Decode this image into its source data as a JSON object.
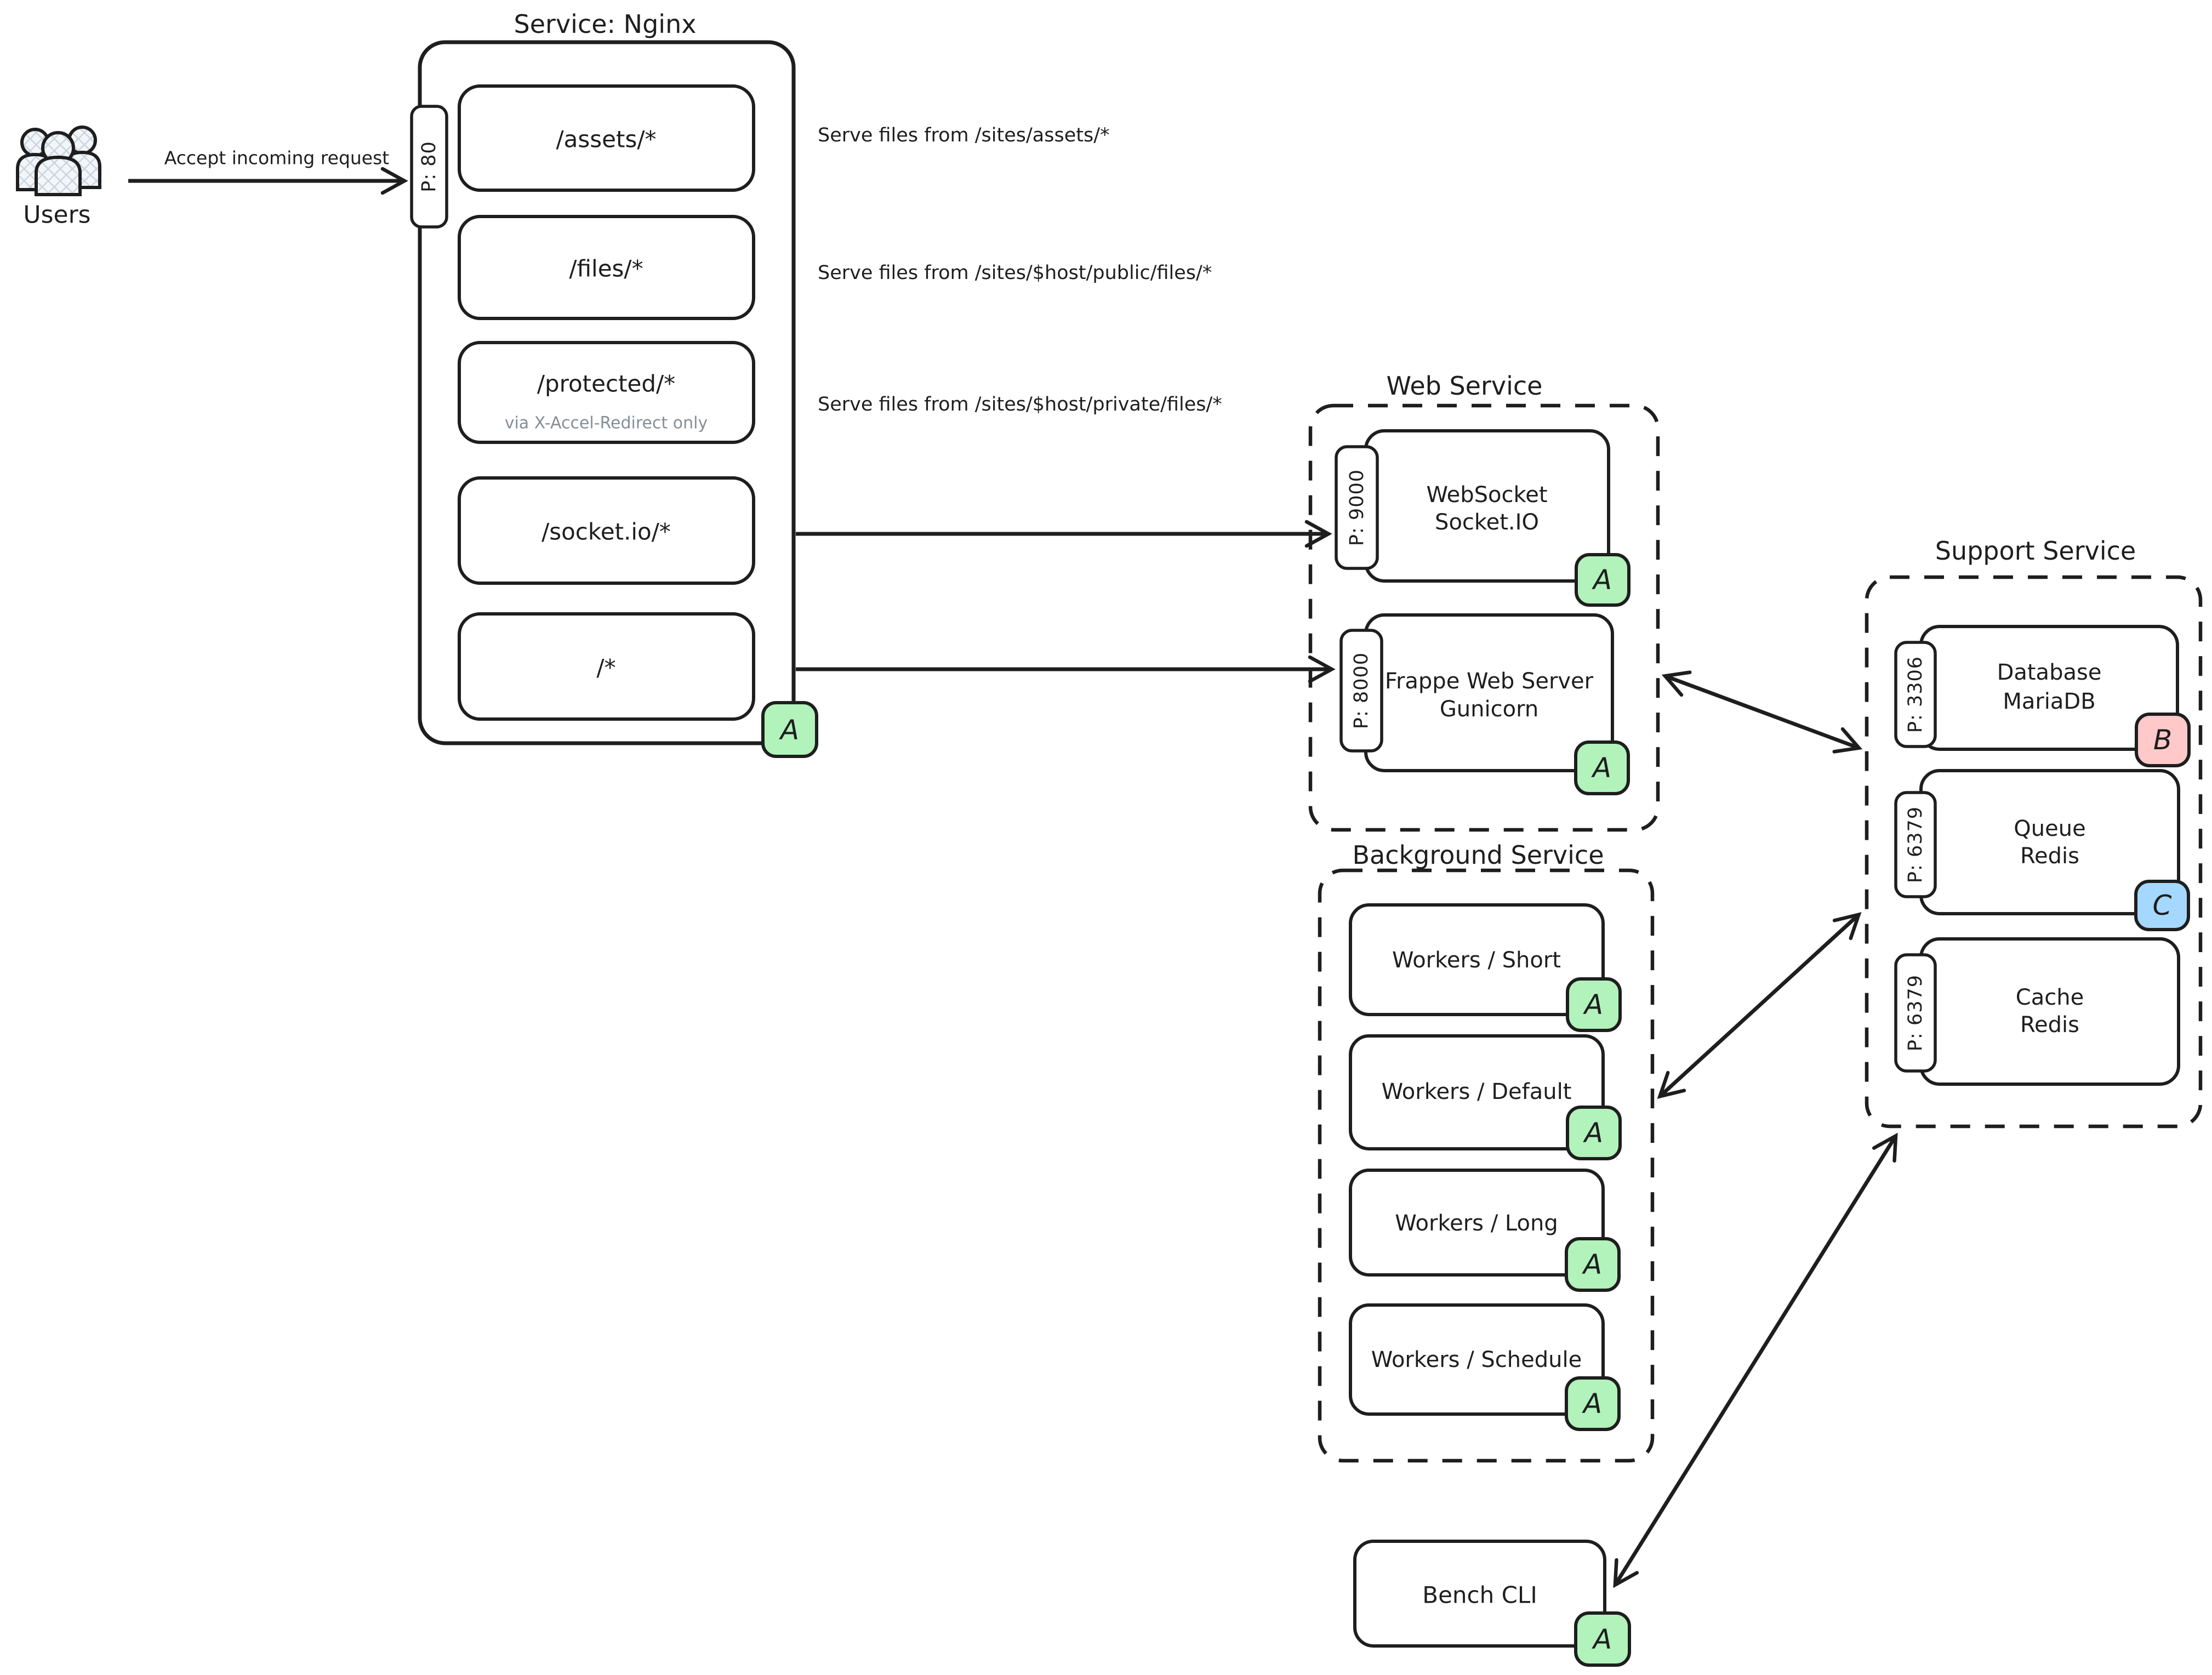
{
  "colors": {
    "stroke": "#1e1e1e",
    "badge_green": "#b2f2bb",
    "badge_pink": "#ffc9c9",
    "badge_blue": "#a5d8ff",
    "muted_text": "#868e96"
  },
  "users": {
    "label": "Users"
  },
  "flow": {
    "accept_request_label": "Accept incoming request"
  },
  "nginx": {
    "title": "Service: Nginx",
    "port": "P: 80",
    "badge": "A",
    "routes": [
      {
        "label": "/assets/*"
      },
      {
        "label": "/files/*"
      },
      {
        "label": "/protected/*",
        "note": "via X-Accel-Redirect only"
      },
      {
        "label": "/socket.io/*"
      },
      {
        "label": "/*"
      }
    ],
    "annotations": [
      "Serve files from /sites/assets/*",
      "Serve files from /sites/$host/public/files/*",
      "Serve files from /sites/$host/private/files/*"
    ]
  },
  "web_service": {
    "title": "Web Service",
    "websocket": {
      "port": "P: 9000",
      "line1": "WebSocket",
      "line2": "Socket.IO",
      "badge": "A"
    },
    "gunicorn": {
      "port": "P: 8000",
      "line1": "Frappe Web Server",
      "line2": "Gunicorn",
      "badge": "A"
    }
  },
  "background_service": {
    "title": "Background Service",
    "workers": [
      {
        "label": "Workers / Short",
        "badge": "A"
      },
      {
        "label": "Workers / Default",
        "badge": "A"
      },
      {
        "label": "Workers / Long",
        "badge": "A"
      },
      {
        "label": "Workers / Schedule",
        "badge": "A"
      }
    ]
  },
  "support_service": {
    "title": "Support Service",
    "database": {
      "port": "P: 3306",
      "line1": "Database",
      "line2": "MariaDB",
      "badge": "B"
    },
    "queue": {
      "port": "P: 6379",
      "line1": "Queue",
      "line2": "Redis",
      "badge": "C"
    },
    "cache": {
      "port": "P: 6379",
      "line1": "Cache",
      "line2": "Redis"
    }
  },
  "bench_cli": {
    "label": "Bench CLI",
    "badge": "A"
  }
}
